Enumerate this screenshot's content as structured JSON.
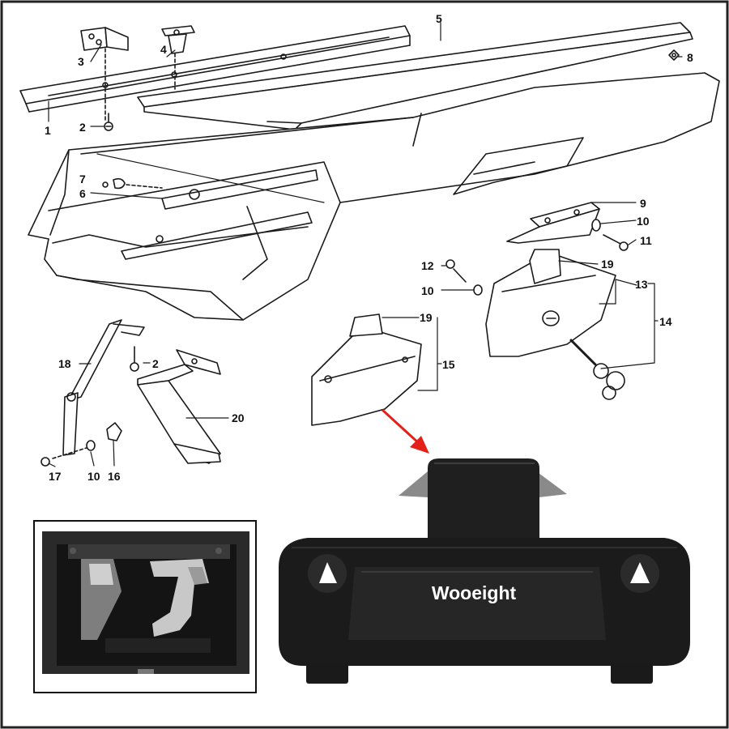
{
  "diagram": {
    "callouts": {
      "c1": "1",
      "c2a": "2",
      "c2b": "2",
      "c3": "3",
      "c4": "4",
      "c5": "5",
      "c6": "6",
      "c7": "7",
      "c8": "8",
      "c9": "9",
      "c10a": "10",
      "c10b": "10",
      "c10c": "10",
      "c11": "11",
      "c12": "12",
      "c13": "13",
      "c14": "14",
      "c15": "15",
      "c16": "16",
      "c17": "17",
      "c18": "18",
      "c19a": "19",
      "c19b": "19",
      "c20": "20"
    }
  },
  "photo": {
    "brand_label": "Wooeight"
  },
  "colors": {
    "arrow": "#e32119",
    "plastic": "#1b1b1b",
    "metal": "#b9b9b9",
    "line_art": "#1a1a1a"
  },
  "icons": {
    "arrow": "red-arrow-icon",
    "key": "key-icon"
  }
}
